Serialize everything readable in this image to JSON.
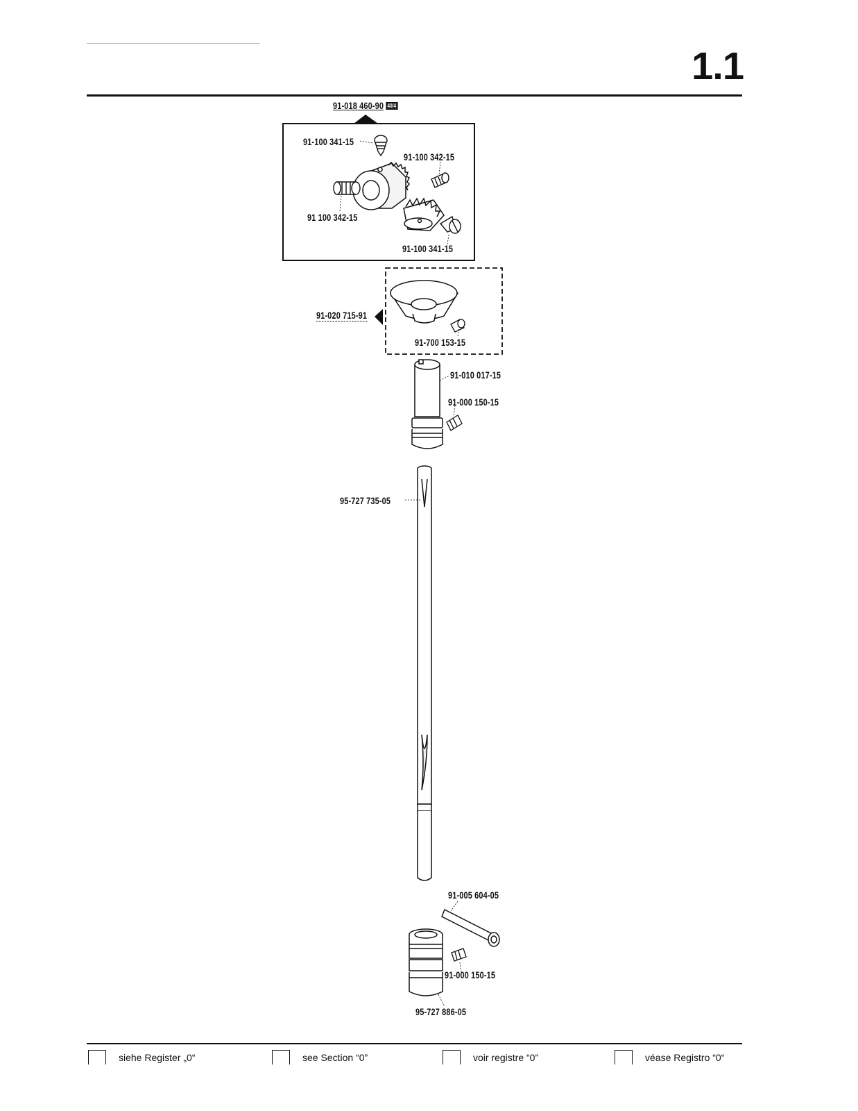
{
  "page_number": "1.1",
  "assembly": {
    "top_part": "91-018 460-90",
    "top_badge": "40/4"
  },
  "parts": {
    "screw_a": "91-100 341-15",
    "screw_b": "91-100 342-15",
    "screw_c": "91 100 342-15",
    "screw_d": "91-100 341-15",
    "cup_assembly": "91-020 715-91",
    "cup_screw": "91-700 153-15",
    "upper_bushing": "91-010 017-15",
    "upper_setscrew": "91-000 150-15",
    "shaft": "95-727 735-05",
    "pin": "91-005 604-05",
    "lower_setscrew": "91-000 150-15",
    "lower_bushing": "95-727 886-05"
  },
  "legend": [
    {
      "text": "siehe Register „0“"
    },
    {
      "text": "see Section “0”"
    },
    {
      "text": "voir registre “0”"
    },
    {
      "text": "véase Registro “0“"
    }
  ]
}
